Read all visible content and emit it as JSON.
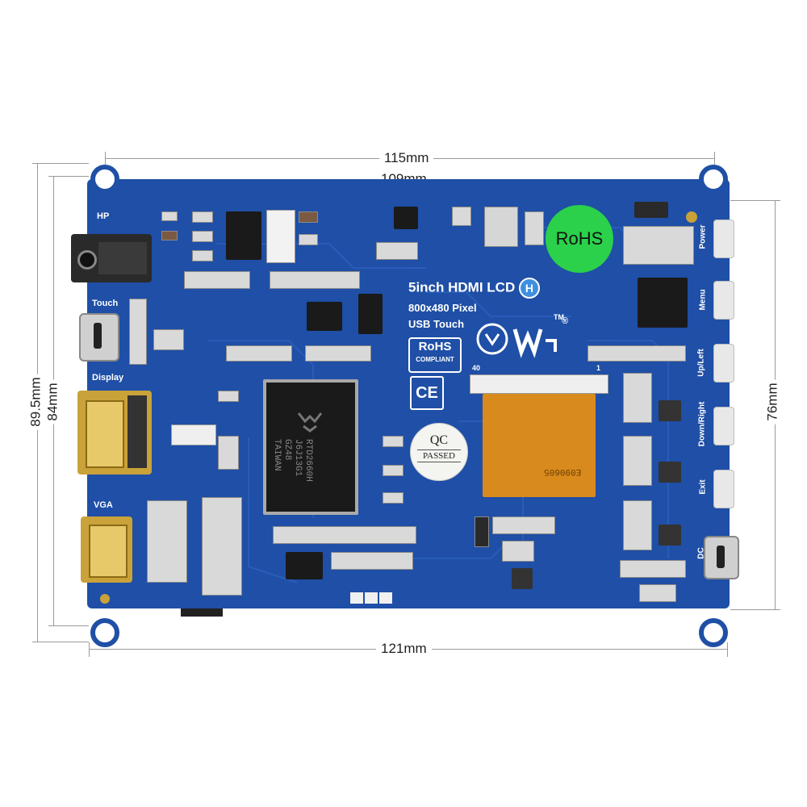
{
  "dimensions": {
    "top_outer": "115mm",
    "top_inner": "109mm",
    "bottom": "121mm",
    "left_outer": "89.5mm",
    "left_inner": "84mm",
    "right": "76mm"
  },
  "board": {
    "title": "5inch HDMI LCD",
    "title_badge": "H",
    "resolution": "800x480 Pixel",
    "touch": "USB Touch",
    "tm": "TM",
    "registered": "®",
    "rohs_badge": "RoHS",
    "rohs_mark": "RoHS",
    "rohs_compliant": "COMPLIANT",
    "ce_mark": "CE",
    "qc_line1": "QC",
    "qc_line2": "PASSED",
    "chip_text": [
      "RTD2660H",
      "J6J13G1",
      "GZ48 TAIWAN"
    ],
    "fpc_text": "E090605",
    "fpc_pin_40": "40",
    "fpc_pin_1": "1"
  },
  "ports": {
    "hp": "HP",
    "touch": "Touch",
    "display": "Display",
    "vga": "VGA",
    "dc": "DC"
  },
  "buttons": [
    "Power",
    "Menu",
    "Up/Left",
    "Down/Right",
    "Exit"
  ],
  "colors": {
    "pcb": "#1f4fa6",
    "rohs_green": "#2bd14a",
    "fpc_orange": "#d98a1c",
    "hdmi_gold": "#c9a23a"
  }
}
